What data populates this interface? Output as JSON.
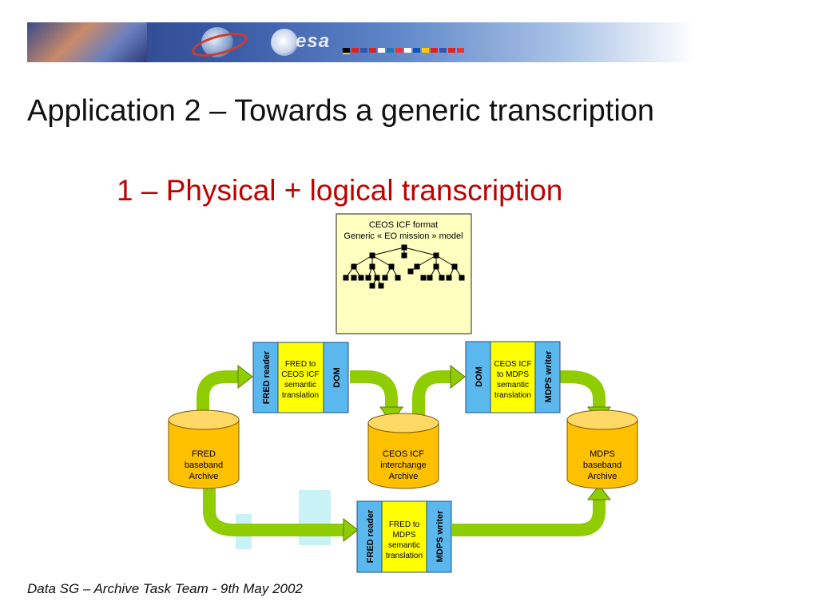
{
  "header": {
    "logo_text": "esa"
  },
  "title": "Application 2 – Towards a generic transcription",
  "subtitle": "1 – Physical + logical transcription",
  "footer": "Data SG – Archive Task Team - 9th May 2002",
  "model_box": {
    "line1": "CEOS ICF  format",
    "line2": "Generic « EO mission » model"
  },
  "modules": {
    "top_left": {
      "reader": "FRED reader",
      "translation": [
        "FRED to",
        "CEOS ICF",
        "semantic",
        "translation"
      ],
      "dom": "DOM"
    },
    "top_right": {
      "dom": "DOM",
      "translation": [
        "CEOS ICF",
        "to MDPS",
        "semantic",
        "translation"
      ],
      "writer": "MDPS writer"
    },
    "bottom": {
      "reader": "FRED reader",
      "translation": [
        "FRED to",
        "MDPS",
        "semantic",
        "translation"
      ],
      "writer": "MDPS writer"
    }
  },
  "archives": {
    "fred": [
      "FRED",
      "baseband",
      "Archive"
    ],
    "ceos": [
      "CEOS ICF",
      "interchange",
      "Archive"
    ],
    "mdps": [
      "MDPS",
      "baseband",
      "Archive"
    ]
  },
  "colors": {
    "title": "#111111",
    "subtitle": "#c00000",
    "model_box": "#ffffc0",
    "translation_box": "#ffff00",
    "side_box": "#5bb8ee",
    "cylinder": "#ffc000",
    "arrow": "#8fcc00"
  }
}
